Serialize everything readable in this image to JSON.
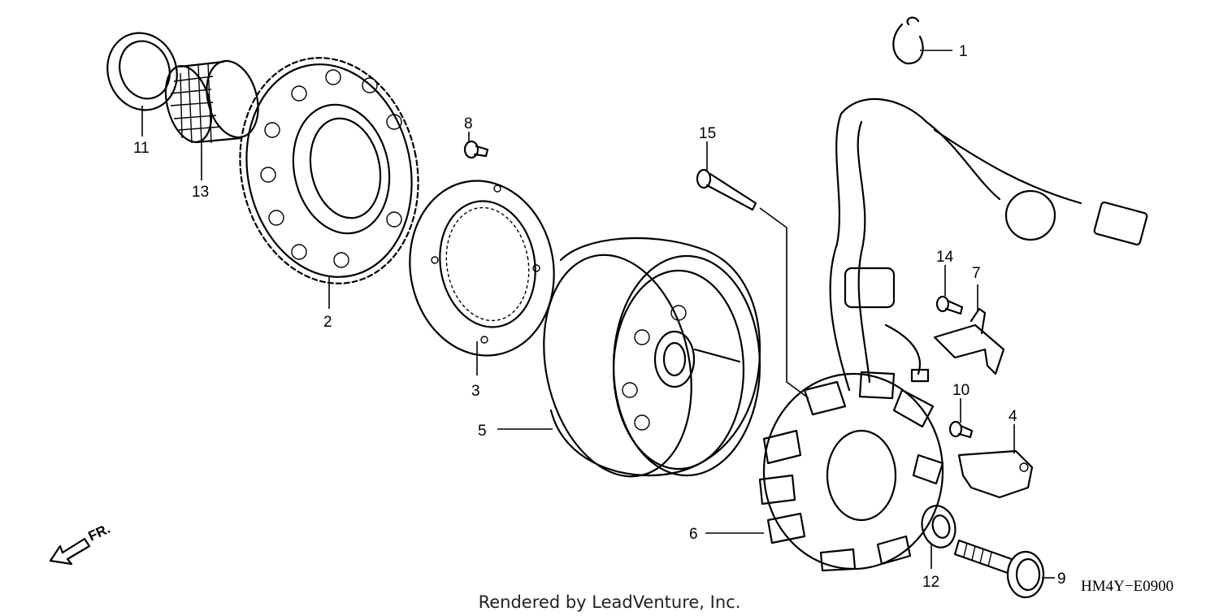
{
  "callouts": {
    "c1": "1",
    "c2": "2",
    "c3": "3",
    "c4": "4",
    "c5": "5",
    "c6": "6",
    "c7": "7",
    "c8": "8",
    "c9": "9",
    "c10": "10",
    "c11": "11",
    "c12": "12",
    "c13": "13",
    "c14": "14",
    "c15": "15"
  },
  "direction_label": "FR.",
  "diagram_code": "HM4Y−E0900",
  "credit": "Rendered by LeadVenture, Inc."
}
